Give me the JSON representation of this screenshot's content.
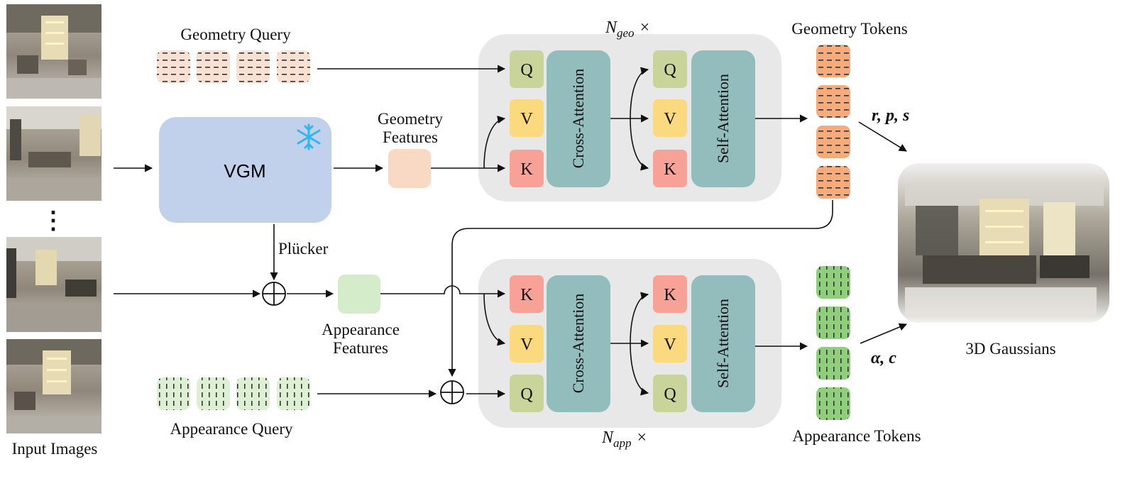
{
  "labels": {
    "geometry_query": "Geometry Query",
    "appearance_query": "Appearance Query",
    "geometry_features_line1": "Geometry",
    "geometry_features_line2": "Features",
    "appearance_features_line1": "Appearance",
    "appearance_features_line2": "Features",
    "vgm": "VGM",
    "plucker": "Plücker",
    "input_images": "Input Images",
    "ellipsis": "⋮",
    "geometry_tokens": "Geometry Tokens",
    "appearance_tokens": "Appearance Tokens",
    "gaussians": "3D Gaussians",
    "n_geo_main": "N",
    "n_geo_sub": "geo",
    "n_app_main": "N",
    "n_app_sub": "app",
    "times": "×",
    "geo_params": "r, p, s",
    "app_params": "α, c"
  },
  "blocks": {
    "cross_attention": "Cross-Attention",
    "self_attention": "Self-Attention",
    "q": "Q",
    "k": "K",
    "v": "V"
  },
  "icons": {
    "frozen": "snowflake-icon",
    "sum": "plus-circle-icon"
  },
  "colors": {
    "vgm_fill": "#c1d1ec",
    "snowflake": "#2fb7ee",
    "block_bg": "#e8e8e8",
    "attention": "#93bcbc",
    "q": "#c9d49b",
    "k": "#f7a197",
    "v": "#fbd97f",
    "geo_query": "#f8e1d2",
    "geo_feature": "#f9d9c3",
    "geo_token": "#f5ab7b",
    "app_query": "#ddf0d3",
    "app_feature": "#d4ecc9",
    "app_token": "#8fcf7c"
  }
}
